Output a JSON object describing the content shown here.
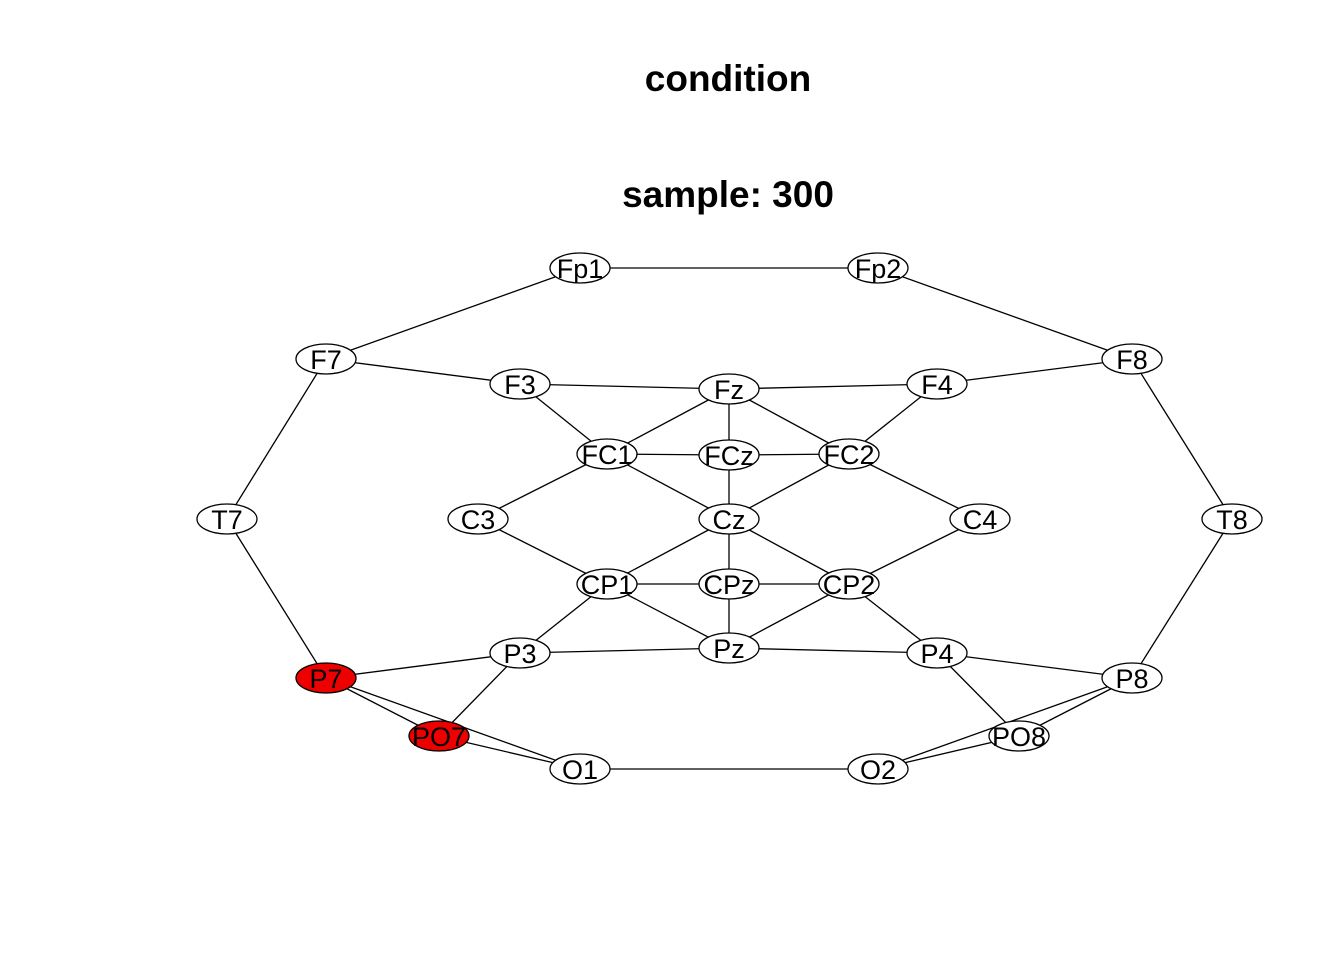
{
  "title": "condition",
  "subtitle": "sample: 300",
  "colors": {
    "highlight": "#ee0000",
    "default_fill": "#ffffff",
    "stroke": "#000000"
  },
  "nodes": [
    {
      "id": "Fp1",
      "highlighted": false
    },
    {
      "id": "Fp2",
      "highlighted": false
    },
    {
      "id": "F7",
      "highlighted": false
    },
    {
      "id": "F8",
      "highlighted": false
    },
    {
      "id": "F3",
      "highlighted": false
    },
    {
      "id": "Fz",
      "highlighted": false
    },
    {
      "id": "F4",
      "highlighted": false
    },
    {
      "id": "FC1",
      "highlighted": false
    },
    {
      "id": "FCz",
      "highlighted": false
    },
    {
      "id": "FC2",
      "highlighted": false
    },
    {
      "id": "T7",
      "highlighted": false
    },
    {
      "id": "C3",
      "highlighted": false
    },
    {
      "id": "Cz",
      "highlighted": false
    },
    {
      "id": "C4",
      "highlighted": false
    },
    {
      "id": "T8",
      "highlighted": false
    },
    {
      "id": "CP1",
      "highlighted": false
    },
    {
      "id": "CPz",
      "highlighted": false
    },
    {
      "id": "CP2",
      "highlighted": false
    },
    {
      "id": "P7",
      "highlighted": true
    },
    {
      "id": "P3",
      "highlighted": false
    },
    {
      "id": "Pz",
      "highlighted": false
    },
    {
      "id": "P4",
      "highlighted": false
    },
    {
      "id": "P8",
      "highlighted": false
    },
    {
      "id": "PO7",
      "highlighted": true
    },
    {
      "id": "PO8",
      "highlighted": false
    },
    {
      "id": "O1",
      "highlighted": false
    },
    {
      "id": "O2",
      "highlighted": false
    }
  ],
  "edges": [
    [
      "Fp1",
      "Fp2"
    ],
    [
      "Fp1",
      "F7"
    ],
    [
      "Fp2",
      "F8"
    ],
    [
      "F7",
      "F3"
    ],
    [
      "F7",
      "T7"
    ],
    [
      "F8",
      "F4"
    ],
    [
      "F8",
      "T8"
    ],
    [
      "F3",
      "Fz"
    ],
    [
      "F3",
      "FC1"
    ],
    [
      "Fz",
      "F4"
    ],
    [
      "F4",
      "FC2"
    ],
    [
      "Fz",
      "FC1"
    ],
    [
      "Fz",
      "FCz"
    ],
    [
      "Fz",
      "FC2"
    ],
    [
      "FC1",
      "FCz"
    ],
    [
      "FCz",
      "FC2"
    ],
    [
      "FC1",
      "C3"
    ],
    [
      "FC1",
      "Cz"
    ],
    [
      "FC2",
      "Cz"
    ],
    [
      "FC2",
      "C4"
    ],
    [
      "FCz",
      "Cz"
    ],
    [
      "C3",
      "CP1"
    ],
    [
      "C4",
      "CP2"
    ],
    [
      "Cz",
      "CP1"
    ],
    [
      "Cz",
      "CPz"
    ],
    [
      "Cz",
      "CP2"
    ],
    [
      "CP1",
      "CPz"
    ],
    [
      "CPz",
      "CP2"
    ],
    [
      "CP1",
      "P3"
    ],
    [
      "CP1",
      "Pz"
    ],
    [
      "CP2",
      "Pz"
    ],
    [
      "CP2",
      "P4"
    ],
    [
      "CPz",
      "Pz"
    ],
    [
      "T7",
      "P7"
    ],
    [
      "T8",
      "P8"
    ],
    [
      "P7",
      "P3"
    ],
    [
      "P3",
      "Pz"
    ],
    [
      "Pz",
      "P4"
    ],
    [
      "P4",
      "P8"
    ],
    [
      "P7",
      "PO7"
    ],
    [
      "P7",
      "O1"
    ],
    [
      "P3",
      "PO7"
    ],
    [
      "PO7",
      "O1"
    ],
    [
      "P4",
      "PO8"
    ],
    [
      "P8",
      "PO8"
    ],
    [
      "P8",
      "O2"
    ],
    [
      "PO8",
      "O2"
    ],
    [
      "O1",
      "O2"
    ]
  ]
}
